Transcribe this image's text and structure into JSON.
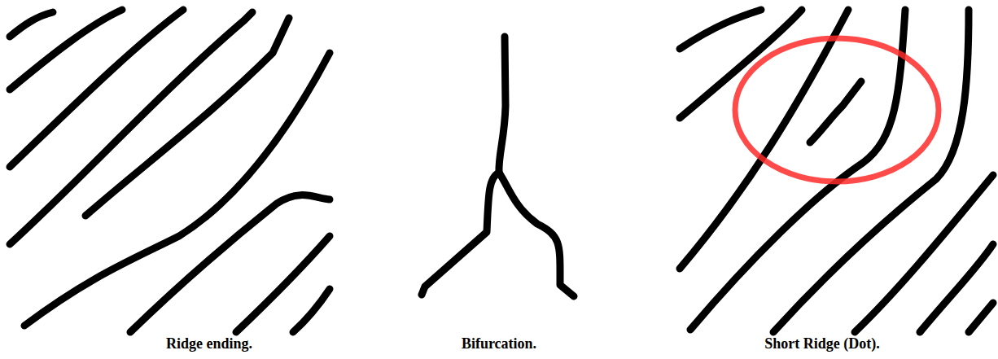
{
  "diagram": {
    "labels": [
      "Ridge ending.",
      "Bifurcation.",
      "Short Ridge (Dot)."
    ]
  }
}
